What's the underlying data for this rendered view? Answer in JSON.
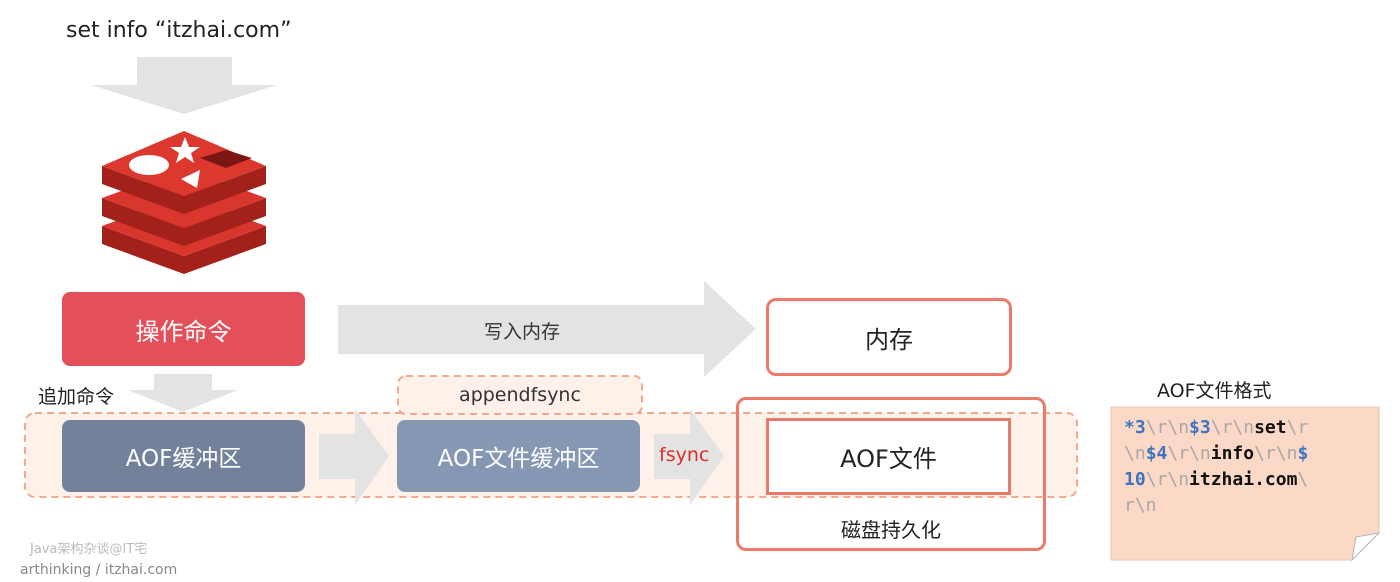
{
  "command": "set info “itzhai.com”",
  "operation_box": {
    "label": "操作命令"
  },
  "write_memory_arrow": {
    "label": "写入内存"
  },
  "memory_box": {
    "label": "内存"
  },
  "append_command_label": "追加命令",
  "aof_buffer": {
    "label": "AOF缓冲区"
  },
  "appendfsync_label": "appendfsync",
  "aof_file_buffer": {
    "label": "AOF文件缓冲区"
  },
  "fsync_label": "fsync",
  "aof_file": {
    "label": "AOF文件"
  },
  "disk_persist_label": "磁盘持久化",
  "aof_format": {
    "title": "AOF文件格式",
    "lines": [
      [
        {
          "t": "*3",
          "c": "num"
        },
        {
          "t": "\\r\\n",
          "c": "esc"
        },
        {
          "t": "$3",
          "c": "num"
        },
        {
          "t": "\\r\\n",
          "c": "esc"
        },
        {
          "t": "set",
          "c": "word"
        },
        {
          "t": "\\r",
          "c": "esc"
        }
      ],
      [
        {
          "t": "\\n",
          "c": "esc"
        },
        {
          "t": "$4",
          "c": "num"
        },
        {
          "t": "\\r\\n",
          "c": "esc"
        },
        {
          "t": "info",
          "c": "word"
        },
        {
          "t": "\\r\\n",
          "c": "esc"
        },
        {
          "t": "$",
          "c": "num"
        }
      ],
      [
        {
          "t": "10",
          "c": "num"
        },
        {
          "t": "\\r\\n",
          "c": "esc"
        },
        {
          "t": "itzhai.com",
          "c": "word"
        },
        {
          "t": "\\",
          "c": "esc"
        }
      ],
      [
        {
          "t": "r\\n",
          "c": "esc"
        }
      ]
    ]
  },
  "watermark": {
    "line1": "Java架构杂谈@IT宅",
    "line2": "arthinking / itzhai.com"
  },
  "colors": {
    "red_box": "#e3505a",
    "dark_slate": "#74819a",
    "slate": "#8597b3",
    "salmon_border": "#ec7a6a",
    "arrow_gray": "#e3e3e3",
    "fsync_red": "#d9302c",
    "code_blue": "#3e73c0",
    "note_bg": "#fbd9c6"
  },
  "icons": {
    "logo": "redis-logo-icon"
  }
}
